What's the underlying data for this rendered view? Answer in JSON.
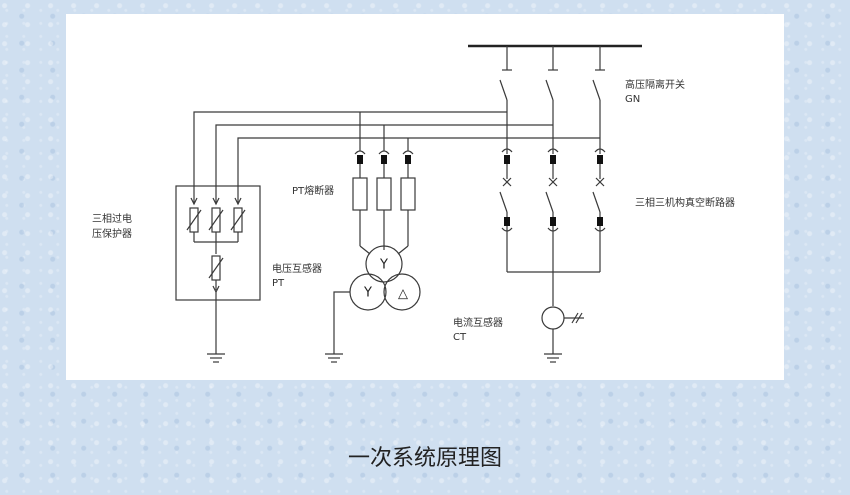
{
  "caption": "一次系统原理图",
  "labels": {
    "isolator_line1": "高压隔离开关",
    "isolator_line2": "GN",
    "breaker": "三相三机构真空断路器",
    "surge_line1": "三相过电",
    "surge_line2": "压保护器",
    "pt_fuse": "PT熔断器",
    "pt_line1": "电压互感器",
    "pt_line2": "PT",
    "ct_line1": "电流互感器",
    "ct_line2": "CT"
  },
  "symbols": {
    "wye": "Y",
    "delta": "△"
  }
}
